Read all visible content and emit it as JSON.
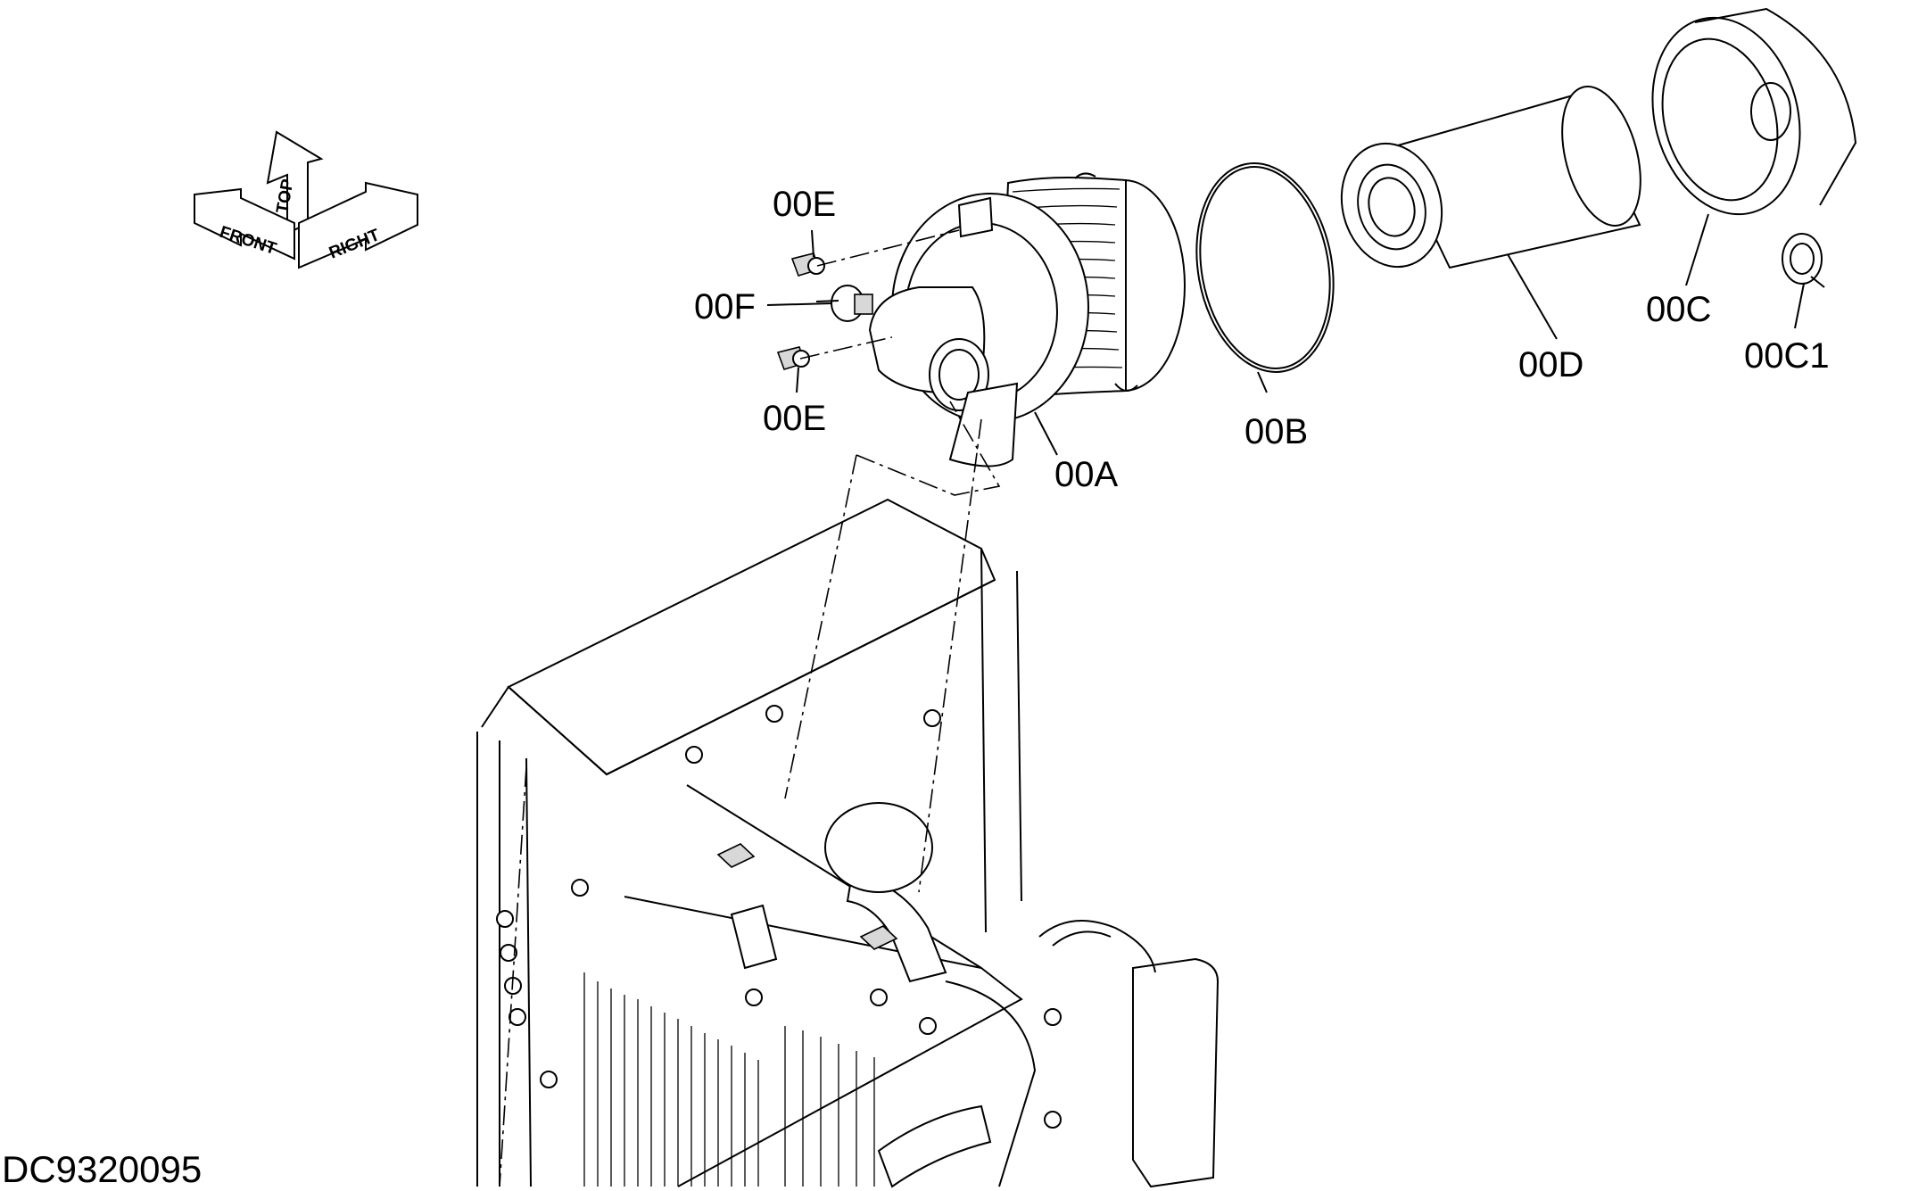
{
  "diagram": {
    "drawing_code": "DC9320095",
    "orientation": {
      "front": "FRONT",
      "top": "TOP",
      "right": "RIGHT"
    },
    "callouts": [
      {
        "id": "00E_top",
        "label": "00E"
      },
      {
        "id": "00F",
        "label": "00F"
      },
      {
        "id": "00E_bottom",
        "label": "00E"
      },
      {
        "id": "00A",
        "label": "00A"
      },
      {
        "id": "00B",
        "label": "00B"
      },
      {
        "id": "00D",
        "label": "00D"
      },
      {
        "id": "00C",
        "label": "00C"
      },
      {
        "id": "00C1",
        "label": "00C1"
      }
    ]
  }
}
